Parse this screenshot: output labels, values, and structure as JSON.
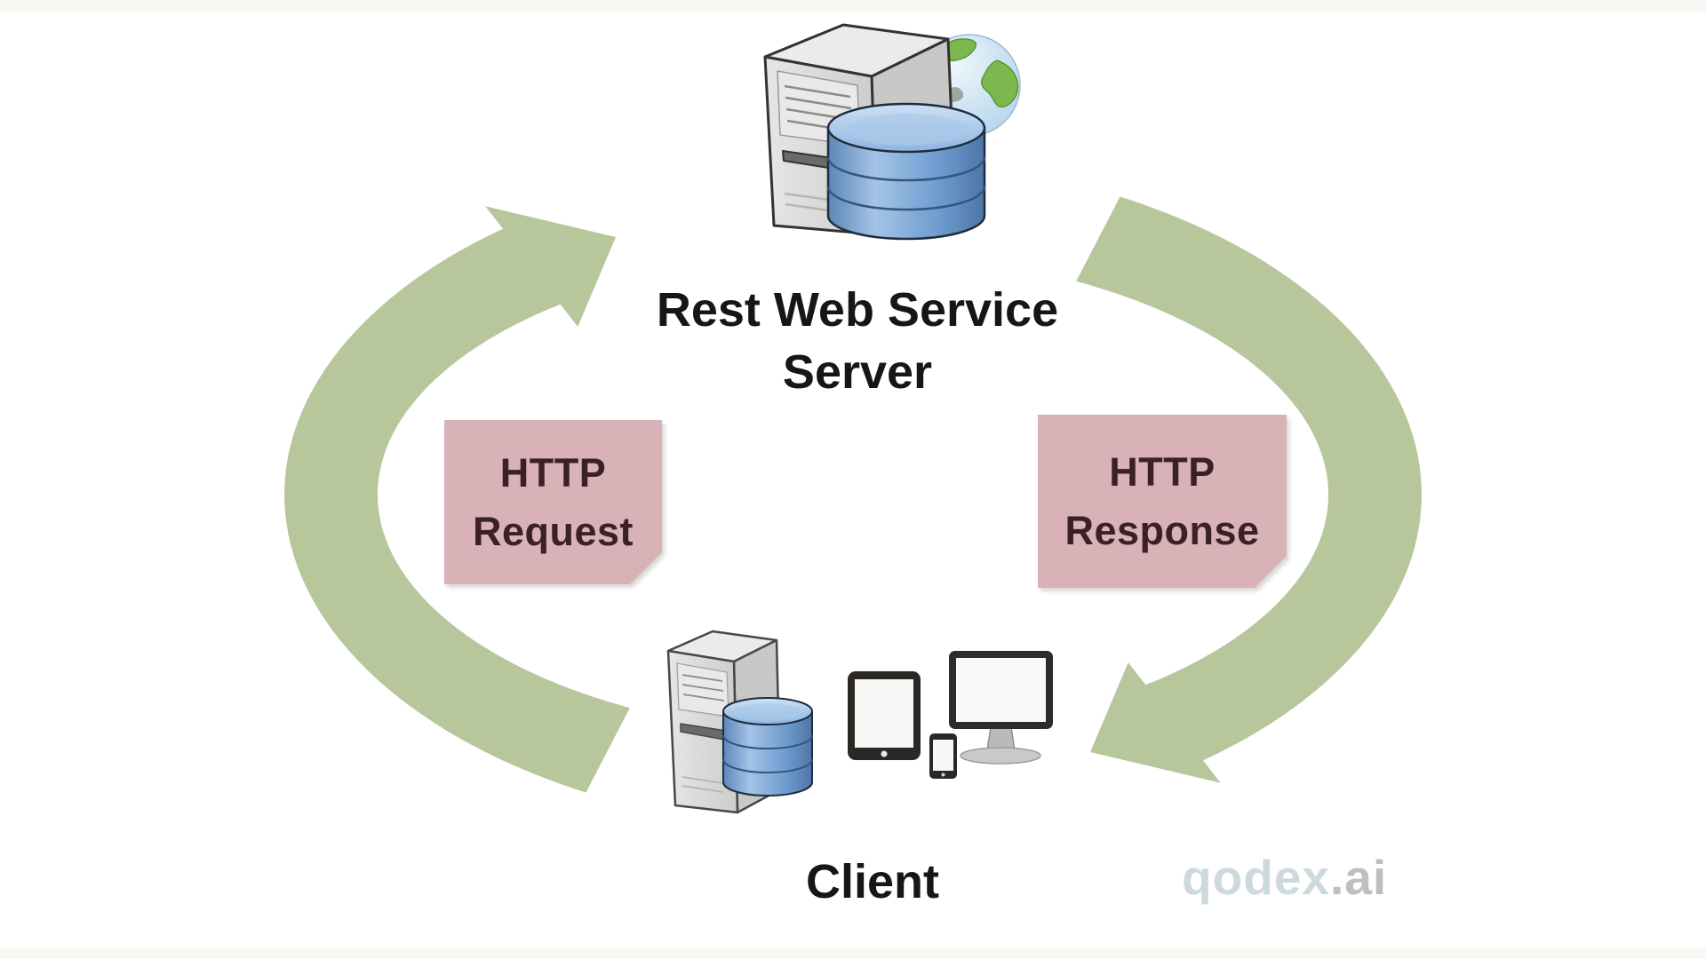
{
  "diagram": {
    "server": {
      "title_line1": "Rest Web Service",
      "title_line2": "Server"
    },
    "client": {
      "label": "Client"
    },
    "request_box": {
      "line1": "HTTP",
      "line2": "Request"
    },
    "response_box": {
      "line1": "HTTP",
      "line2": "Response"
    },
    "watermark": {
      "brand": "qodex",
      "suffix": ".ai"
    },
    "flow": {
      "request_direction": "client to server via left arrow",
      "response_direction": "server to client via right arrow"
    },
    "colors": {
      "background": "#ffffff",
      "arrow_green": "#b8c69c",
      "label_box_pink": "#d8b2b6",
      "label_text_maroon": "#3b2127",
      "title_text": "#161616",
      "database_blue": "#6e9cd3",
      "database_blue_light": "#b8d2ec",
      "globe_ocean_blue": "#c4e0f2",
      "globe_land_green": "#7cb84e",
      "tower_gray": "#dcdcda",
      "device_bezel_dark": "#2b2724",
      "watermark_blue": "#c8d6db",
      "watermark_gray": "#b7bbbe"
    },
    "icons": [
      "request-arrow-icon",
      "response-arrow-icon",
      "server-tower-icon",
      "database-icon",
      "globe-icon",
      "client-tower-icon",
      "client-database-icon",
      "tablet-icon",
      "smartphone-icon",
      "monitor-icon"
    ]
  }
}
